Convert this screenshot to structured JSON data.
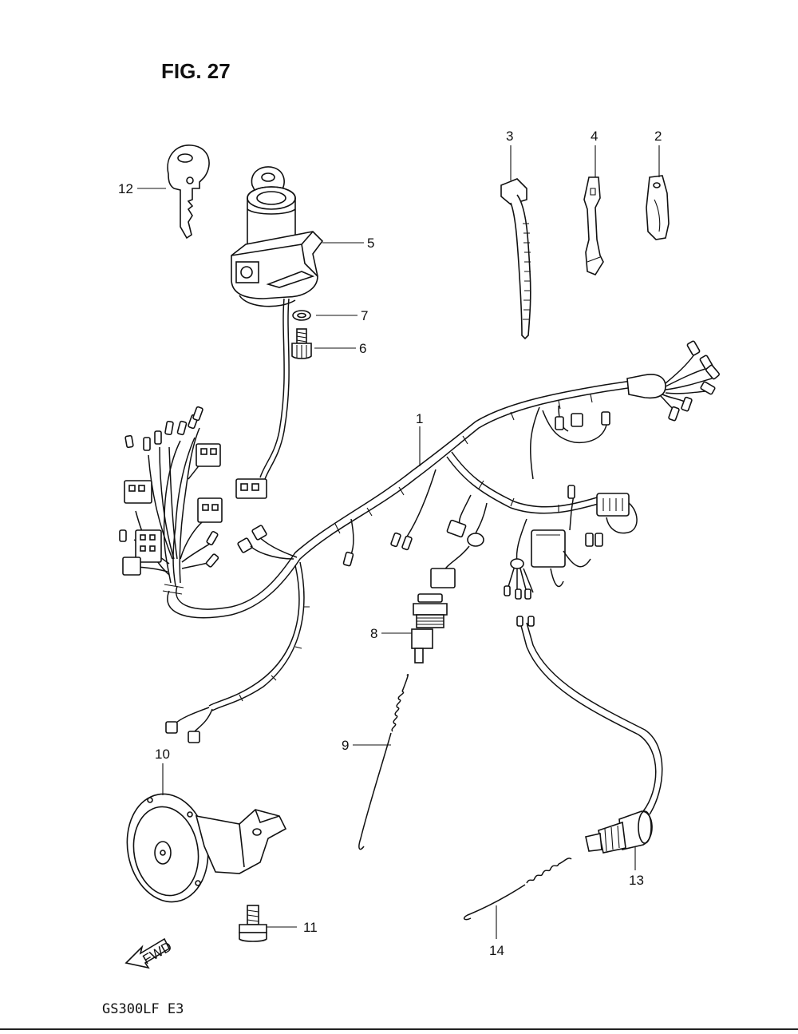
{
  "figure": {
    "title": "FIG. 27",
    "model": "GS300LF  E3"
  },
  "fwd_label": "FWD",
  "callouts": [
    {
      "id": "1",
      "label": "1",
      "part": "wiring-harness"
    },
    {
      "id": "2",
      "label": "2",
      "part": "clamp"
    },
    {
      "id": "3",
      "label": "3",
      "part": "cable-tie"
    },
    {
      "id": "4",
      "label": "4",
      "part": "clamp"
    },
    {
      "id": "5",
      "label": "5",
      "part": "ignition-switch"
    },
    {
      "id": "6",
      "label": "6",
      "part": "screw"
    },
    {
      "id": "7",
      "label": "7",
      "part": "washer"
    },
    {
      "id": "8",
      "label": "8",
      "part": "rear-brake-switch"
    },
    {
      "id": "9",
      "label": "9",
      "part": "spring"
    },
    {
      "id": "10",
      "label": "10",
      "part": "horn"
    },
    {
      "id": "11",
      "label": "11",
      "part": "bolt"
    },
    {
      "id": "12",
      "label": "12",
      "part": "key"
    },
    {
      "id": "13",
      "label": "13",
      "part": "front-brake-switch"
    },
    {
      "id": "14",
      "label": "14",
      "part": "spring"
    }
  ]
}
